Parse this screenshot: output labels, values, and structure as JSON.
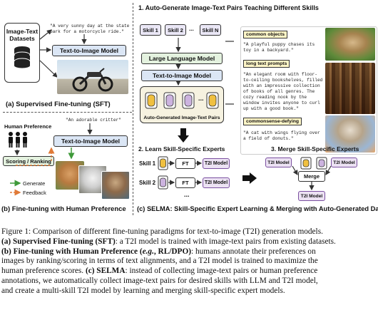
{
  "panel_a": {
    "title": "(a) Supervised Fine-tuning (SFT)",
    "dataset_label_1": "Image-Text",
    "dataset_label_2": "Datasets",
    "prompt_1": "\"A very sunny day at the state",
    "prompt_2": "park for a motorcycle ride.\"",
    "model": "Text-to-Image Model"
  },
  "panel_b": {
    "title": "(b) Fine-tuning with Human Preference",
    "human_label": "Human Preference",
    "prompt": "\"An adorable critter\"",
    "model": "Text-to-Image Model",
    "scoring": "Scoring / Ranking",
    "legend_generate": "Generate",
    "legend_feedback": "Feedback"
  },
  "panel_c": {
    "step1_title": "1. Auto-Generate Image-Text Pairs Teaching Different Skills",
    "skills": [
      "Skill 1",
      "Skill 2",
      "...",
      "Skill N"
    ],
    "llm": "Large Language Model",
    "t2i": "Text-to-Image Model",
    "pairs": "Auto-Generated Image-Text Pairs",
    "dots": "...",
    "examples": [
      {
        "tag": "common objects",
        "lines": [
          "\"A playful puppy chases its",
          "toy in a backyard.\""
        ]
      },
      {
        "tag": "long text prompts",
        "lines": [
          "\"An elegant room with floor-",
          "to-ceiling bookshelves, filled",
          "with an impressive collection",
          "of books of all genres. The",
          "cozy reading nook by the",
          "window invites anyone to curl",
          "up with a good book.\""
        ]
      },
      {
        "tag": "commonsense-defying",
        "lines": [
          "\"A cat with wings flying over",
          "a field of donuts.\""
        ]
      }
    ],
    "step2_title": "2. Learn Skill-Specific Experts",
    "skill_rows": [
      {
        "skill": "Skill 1",
        "ft": "FT",
        "model": "T2I Model"
      },
      {
        "skill": "Skill 2",
        "ft": "FT",
        "model": "T2I Model"
      }
    ],
    "step2_dots": "...",
    "step3_title": "3. Merge Skill-Specific Experts",
    "merge_inputs": [
      "T2I Model",
      "T2I Model"
    ],
    "merge": "Merge",
    "merge_output": "T2I Model",
    "title": "(c) SELMA: Skill-Specific Expert Learning & Merging with Auto-Generated Data"
  },
  "caption": {
    "line1": "Figure 1:  Comparison of different fine-tuning paradigms for text-to-image (T2I) generation models.",
    "line2_b": "(a) Supervised Fine-tuning (SFT)",
    "line2_r": ": a T2I model is trained with image-text pairs from existing datasets.",
    "line3_b": "(b) Fine-tuning with Human Preference",
    "line3_mid": " (",
    "line3_i": "e.g.",
    "line3_b2": ", RL/DPO)",
    "line3_r": ": humans annotate their preferences on",
    "line4": "images by ranking/scoring in terms of text alignments, and a T2I model is trained to maximize the",
    "line5_a": "human preference scores. ",
    "line5_b": "(c) SELMA",
    "line5_r": ": instead of collecting image-text pairs or human preference",
    "line6": "annotations, we automatically collect image-text pairs for desired skills with LLM and T2I model,",
    "line7": "and create a multi-skill T2I model by learning and merging skill-specific expert models."
  },
  "colors": {
    "blue_box": "#dbe6f5",
    "green_box": "#e4f2df",
    "purple_box": "#ece2f3",
    "yellow_tag": "#fff6c7",
    "generate_arrow": "#3f9a3a",
    "feedback_arrow": "#e07a38"
  }
}
